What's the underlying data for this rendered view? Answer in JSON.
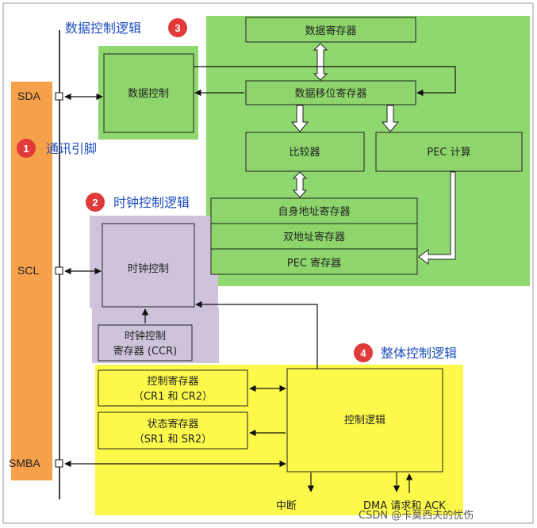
{
  "sections": {
    "data_control_logic": {
      "title": "数据控制逻辑",
      "badge": "3"
    },
    "comm_pins": {
      "title": "通讯引脚",
      "badge": "1"
    },
    "clock_control_logic": {
      "title": "时钟控制逻辑",
      "badge": "2"
    },
    "overall_control_logic": {
      "title": "整体控制逻辑",
      "badge": "4"
    }
  },
  "pins": {
    "sda": "SDA",
    "scl": "SCL",
    "smba": "SMBA"
  },
  "boxes": {
    "data_register": "数据寄存器",
    "data_control": "数据控制",
    "data_shift_register": "数据移位寄存器",
    "comparator": "比较器",
    "pec_calc": "PEC 计算",
    "own_address_register": "自身地址寄存器",
    "dual_address_register": "双地址寄存器",
    "pec_register": "PEC 寄存器",
    "clock_control": "时钟控制",
    "ccr_line1": "时钟控制",
    "ccr_line2": "寄存器 (CCR)",
    "ctrl_reg_line1": "控制寄存器",
    "ctrl_reg_line2": "（CR1 和 CR2）",
    "status_reg_line1": "状态寄存器",
    "status_reg_line2": "（SR1 和 SR2）",
    "control_logic": "控制逻辑"
  },
  "outputs": {
    "interrupt": "中断",
    "dma_ack": "DMA 请求和 ACK"
  },
  "watermark": "CSDN @卡莫西夫的忧伤",
  "colors": {
    "green": "#8fd870",
    "green_box": "#8ed66c",
    "orange": "#f7a04c",
    "lavender": "#cfc3dc",
    "yellow": "#fdf94a",
    "badge_red": "#e03a3a",
    "blue_text": "#1f4fbf"
  }
}
